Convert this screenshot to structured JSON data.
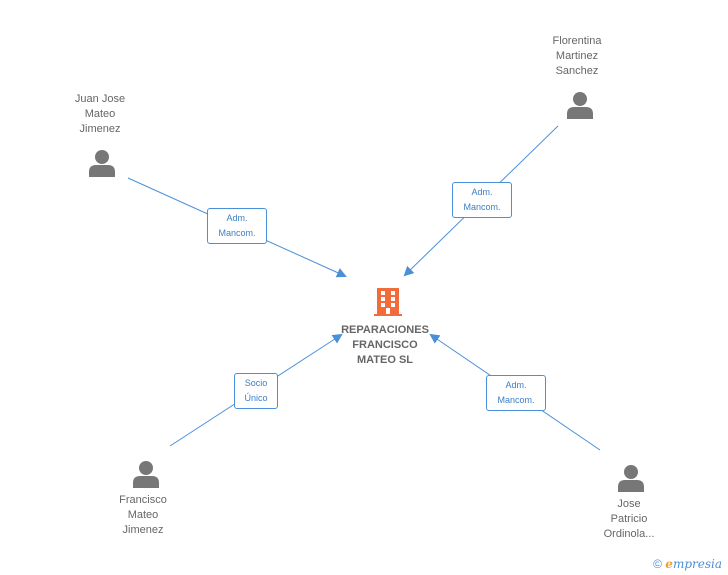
{
  "company": {
    "name": "REPARACIONES FRANCISCO MATEO SL",
    "lines": [
      "REPARACIONES",
      "FRANCISCO",
      "MATEO SL"
    ],
    "icon": "building-icon",
    "color": "#f26b3a"
  },
  "persons": [
    {
      "id": "juan",
      "lines": [
        "Juan Jose",
        "Mateo",
        "Jimenez"
      ],
      "icon": "person-icon"
    },
    {
      "id": "florentina",
      "lines": [
        "Florentina",
        "Martinez",
        "Sanchez"
      ],
      "icon": "person-icon"
    },
    {
      "id": "francisco",
      "lines": [
        "Francisco",
        "Mateo",
        "Jimenez"
      ],
      "icon": "person-icon"
    },
    {
      "id": "jose",
      "lines": [
        "Jose",
        "Patricio",
        "Ordinola..."
      ],
      "icon": "person-icon"
    }
  ],
  "relations": [
    {
      "from": "juan",
      "lines": [
        "Adm.",
        "Mancom."
      ]
    },
    {
      "from": "florentina",
      "lines": [
        "Adm.",
        "Mancom."
      ]
    },
    {
      "from": "francisco",
      "lines": [
        "Socio",
        "Único"
      ]
    },
    {
      "from": "jose",
      "lines": [
        "Adm.",
        "Mancom."
      ]
    }
  ],
  "colors": {
    "edge": "#4a90d9",
    "person": "#777777",
    "text": "#666666"
  },
  "footer": {
    "copyright": "©",
    "brand_e": "e",
    "brand_rest": "mpresia"
  }
}
